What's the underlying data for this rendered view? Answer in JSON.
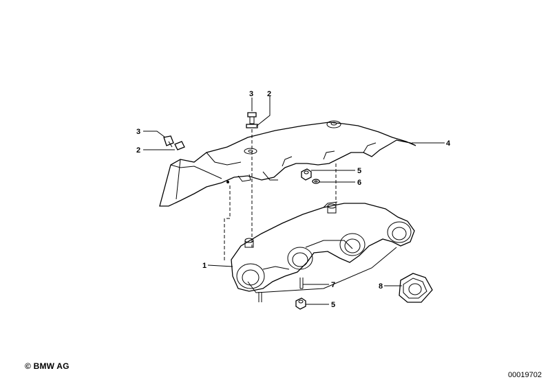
{
  "callouts": {
    "c1": "1",
    "c2_top": "2",
    "c3_top": "3",
    "c3_left": "3",
    "c2_left": "2",
    "c4": "4",
    "c5_upper": "5",
    "c6": "6",
    "c7": "7",
    "c8": "8",
    "c5_lower": "5"
  },
  "footer": {
    "copyright": "© BMW AG",
    "diagram_id": "00019702"
  }
}
